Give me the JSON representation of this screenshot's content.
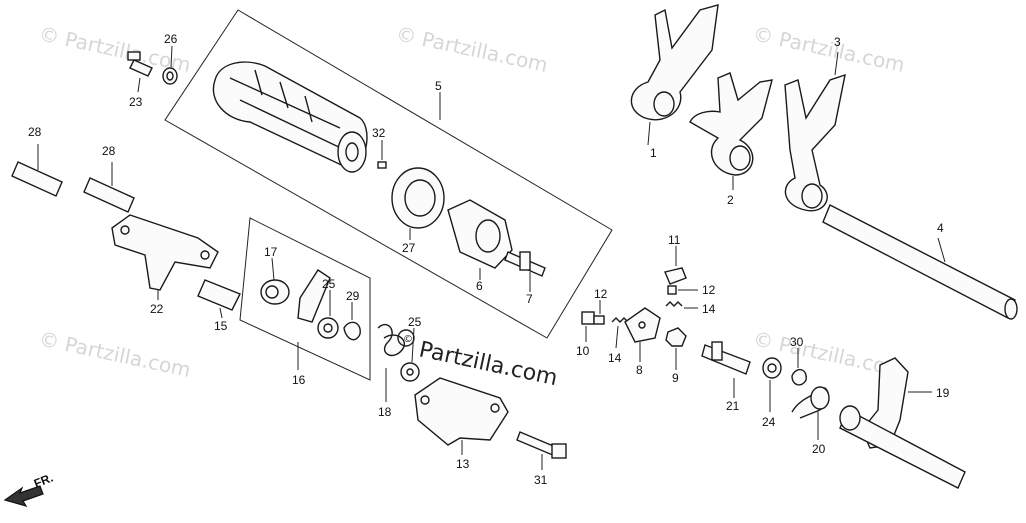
{
  "watermark": "© Partzilla.com",
  "brand_logo": "Partzilla.com",
  "direction_label": "FR.",
  "callouts": {
    "p1": "1",
    "p2": "2",
    "p3": "3",
    "p4": "4",
    "p5": "5",
    "p6": "6",
    "p7": "7",
    "p8": "8",
    "p9": "9",
    "p10": "10",
    "p11": "11",
    "p12a": "12",
    "p12b": "12",
    "p13": "13",
    "p14a": "14",
    "p14b": "14",
    "p15": "15",
    "p16": "16",
    "p17": "17",
    "p18": "18",
    "p19": "19",
    "p20": "20",
    "p21": "21",
    "p22": "22",
    "p23": "23",
    "p24": "24",
    "p25a": "25",
    "p25b": "25",
    "p26": "26",
    "p27": "27",
    "p28a": "28",
    "p28b": "28",
    "p29": "29",
    "p30": "30",
    "p31": "31",
    "p32": "32"
  },
  "colors": {
    "line": "#1a1a1a",
    "watermark": "#d6d6d6",
    "background": "#ffffff"
  }
}
